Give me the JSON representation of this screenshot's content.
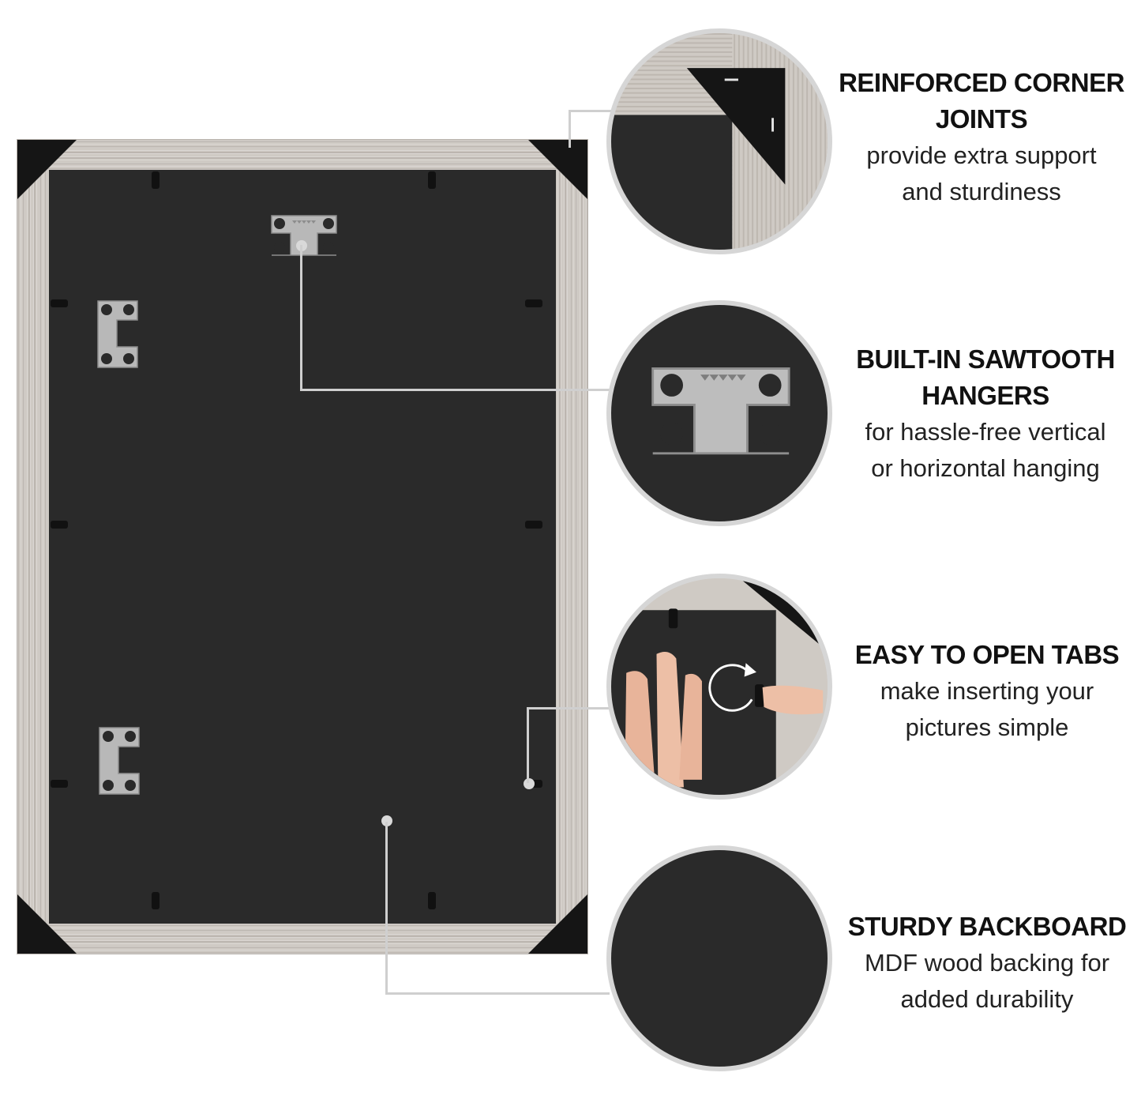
{
  "colors": {
    "backboard": "#2a2a2a",
    "wood": "#cfcac4",
    "corner": "#151515",
    "metal": "#b8b8b8",
    "leader": "#cfcfcf"
  },
  "features": [
    {
      "title": "REINFORCED CORNER JOINTS",
      "title_line1": "REINFORCED CORNER",
      "title_line2": "JOINTS",
      "desc_line1": "provide extra support",
      "desc_line2": "and sturdiness"
    },
    {
      "title": "BUILT-IN SAWTOOTH HANGERS",
      "title_line1": "BUILT-IN SAWTOOTH",
      "title_line2": "HANGERS",
      "desc_line1": "for hassle-free vertical",
      "desc_line2": "or horizontal hanging"
    },
    {
      "title": "EASY TO OPEN TABS",
      "title_line1": "EASY TO OPEN TABS",
      "desc_line1": "make inserting your",
      "desc_line2": "pictures simple"
    },
    {
      "title": "STURDY BACKBOARD",
      "title_line1": "STURDY BACKBOARD",
      "desc_line1": "MDF wood backing for",
      "desc_line2": "added durability"
    }
  ],
  "icons": [
    "sawtooth-hanger-icon",
    "rotate-arrow-icon",
    "corner-joint-icon"
  ]
}
